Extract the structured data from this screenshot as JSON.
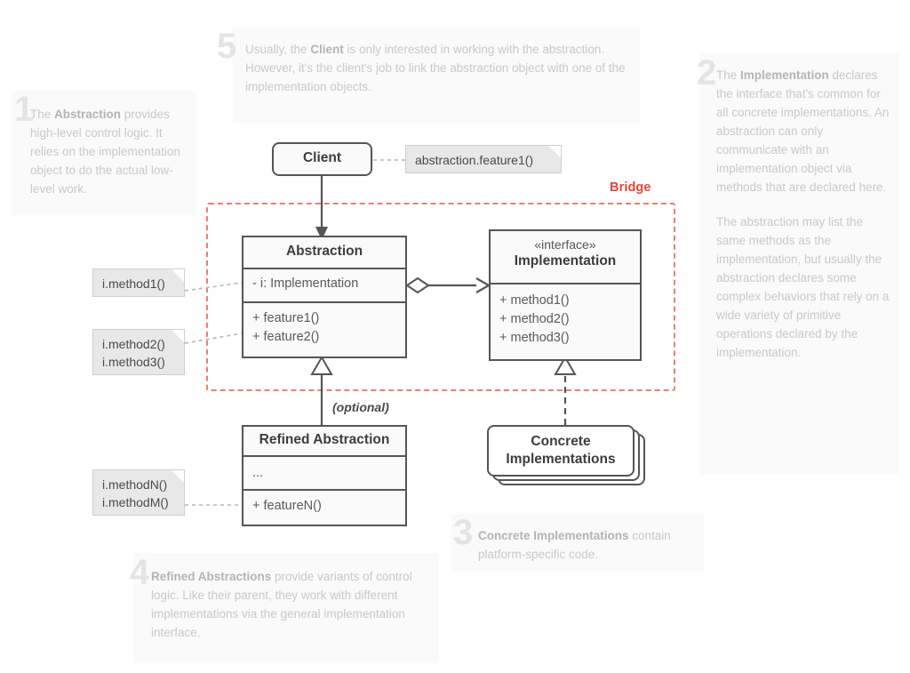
{
  "meta": {
    "title": "Bridge design pattern UML structure",
    "accent_red": "#e8443a",
    "frame_red": "#f07d72",
    "box_border": "#555555",
    "box_fill": "#fafafa",
    "note_fill": "#e8e8e8",
    "annotation_text": "#c9c9c9"
  },
  "bridge": {
    "label": "Bridge"
  },
  "classes": {
    "client": {
      "title": "Client"
    },
    "abstraction": {
      "title": "Abstraction",
      "fields": [
        "- i: Implementation"
      ],
      "methods": [
        "+ feature1()",
        "+ feature2()"
      ]
    },
    "implementation": {
      "stereotype": "«interface»",
      "title": "Implementation",
      "methods": [
        "+ method1()",
        "+ method2()",
        "+ method3()"
      ]
    },
    "refined_abstraction": {
      "title": "Refined Abstraction",
      "fields": [
        "..."
      ],
      "methods": [
        "+ featureN()"
      ]
    },
    "concrete_implementations": {
      "title_line1": "Concrete",
      "title_line2": "Implementations"
    }
  },
  "notes": {
    "client_call": "abstraction.feature1()",
    "method1": "i.method1()",
    "method23_line1": "i.method2()",
    "method23_line2": "i.method3()",
    "methodNM_line1": "i.methodN()",
    "methodNM_line2": "i.methodM()"
  },
  "labels": {
    "optional": "(optional)"
  },
  "annotations": [
    {
      "number": "1",
      "bold": "Abstraction",
      "before": "The ",
      "after": " provides high-level control logic. It relies on the implementation object to do the actual low-level work."
    },
    {
      "number": "2",
      "bold": "Implementation",
      "before": "The ",
      "after": " declares the interface that's common for all concrete implementations. An abstraction can only communicate with an implementation object via methods that are declared here.",
      "paragraph2": "The abstraction may list the same methods as the implementation, but usually the abstraction declares some complex behaviors that rely on a wide variety of primitive operations declared by the implementation."
    },
    {
      "number": "3",
      "bold": "Concrete Implementations",
      "before": "",
      "after": " contain platform-specific code."
    },
    {
      "number": "4",
      "bold": "Refined Abstractions",
      "before": "",
      "after": " provide variants of control logic. Like their parent, they work with different implementations via the general implementation interface."
    },
    {
      "number": "5",
      "bold": "Client",
      "before": "Usually, the ",
      "after": " is only interested in working with the abstraction. However, it's the client's job to link the abstraction object with one of the implementation objects."
    }
  ]
}
